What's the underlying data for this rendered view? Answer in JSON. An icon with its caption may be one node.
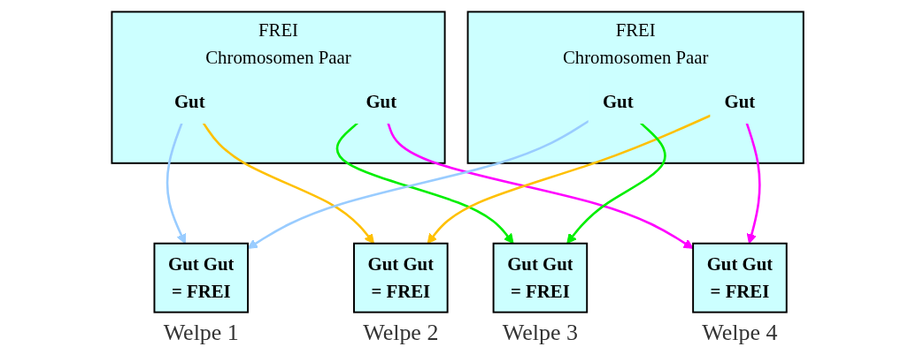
{
  "diagram": {
    "nodes": [
      {
        "text": [
          "FREI",
          "Chromosomen Paar"
        ]
      },
      {
        "text": [
          "Gut"
        ],
        "in": 0
      },
      {
        "text": [
          "Gut"
        ],
        "in": 0
      },
      {
        "text": [
          "FREI",
          "Chromosomen Paar"
        ]
      },
      {
        "text": [
          "Gut"
        ],
        "in": 3
      },
      {
        "text": [
          "Gut"
        ],
        "in": 3
      },
      {
        "text": [
          "Gut Gut",
          "= FREI"
        ],
        "beside": [
          "Welpe 1"
        ]
      },
      {
        "text": [
          "Gut Gut",
          "= FREI"
        ],
        "beside": [
          "Welpe 2"
        ]
      },
      {
        "text": [
          "Gut Gut",
          "= FREI"
        ],
        "beside": [
          "Welpe 3"
        ]
      },
      {
        "text": [
          "Gut Gut",
          "= FREI"
        ],
        "beside": [
          "Welpe 4"
        ]
      }
    ],
    "edges": [
      {
        "from": 1,
        "to": 6,
        "arrow": "to",
        "color": "#99ccff"
      },
      {
        "from": 1,
        "to": 7,
        "arrow": "to",
        "color": "#ffc000"
      },
      {
        "from": 2,
        "to": 8,
        "arrow": "to",
        "color": "#00ee00"
      },
      {
        "from": 2,
        "to": 9,
        "arrow": "to",
        "color": "#ff00ff"
      },
      {
        "from": 4,
        "to": 6,
        "arrow": "to",
        "color": "#99ccff"
      },
      {
        "from": 5,
        "to": 7,
        "arrow": "to",
        "color": "#ffc000"
      },
      {
        "from": 4,
        "to": 8,
        "arrow": "to",
        "color": "#00ee00"
      },
      {
        "from": 5,
        "to": 9,
        "arrow": "to",
        "color": "#ff00ff"
      }
    ]
  }
}
